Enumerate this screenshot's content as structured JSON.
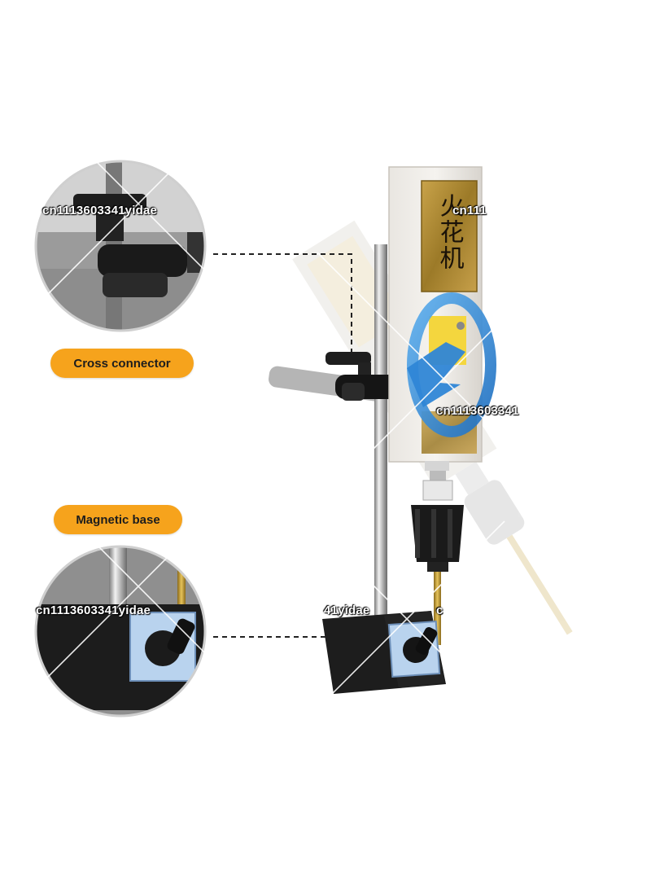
{
  "labels": {
    "cross_connector": "Cross connector",
    "magnetic_base": "Magnetic base"
  },
  "watermarks": [
    "cn1113603341yidae",
    "cn111",
    "cn1113603341",
    "cn1113603341yidae",
    "41yidae",
    "c"
  ],
  "product_label_glyphs": "火花机",
  "colors": {
    "label_pill": "#f6a31c",
    "arrow_blue": "#2f86d6",
    "gold_plate": "#b38a2e",
    "magnet_black": "#1c1c1c",
    "magnet_label_blue": "#b9d3ee"
  }
}
